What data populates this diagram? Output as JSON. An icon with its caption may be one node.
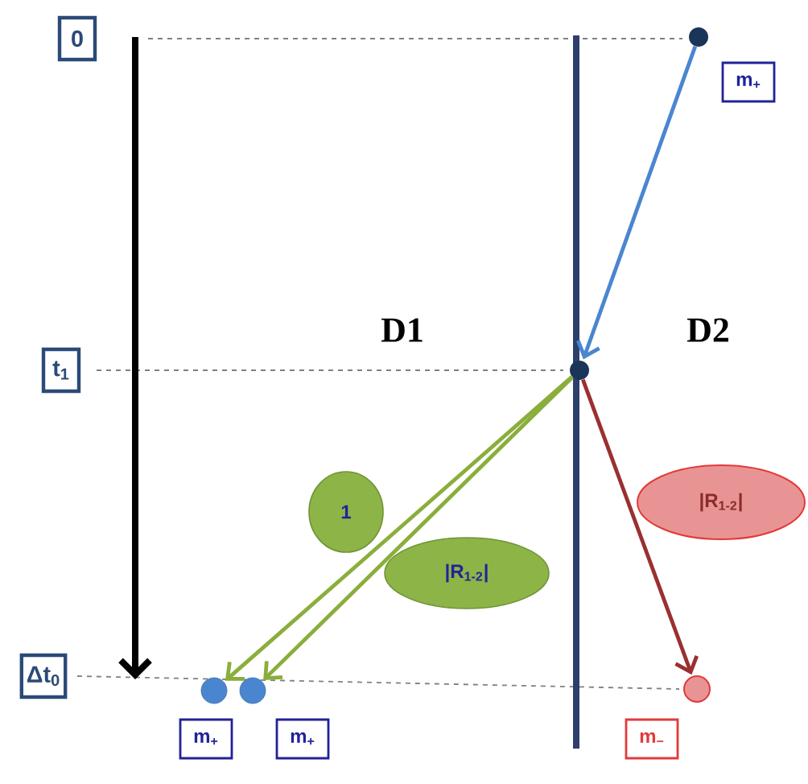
{
  "diagram": {
    "nodes": [
      {
        "text": [
          "0"
        ]
      },
      {
        "text": [
          "t$_{1}$"
        ]
      },
      {
        "text": [
          "Δt$_{0}$"
        ]
      },
      {
        "text": [],
        "shape": "circle"
      },
      {
        "text": [
          "m$_{+}$"
        ]
      },
      {
        "text": [],
        "shape": "circle"
      },
      {
        "text": [],
        "shape": "circle"
      },
      {
        "text": [],
        "shape": "circle"
      },
      {
        "text": [],
        "shape": "circle"
      },
      {
        "text": [
          "m$_{+}$"
        ]
      },
      {
        "text": [
          "m$_{+}$"
        ]
      },
      {
        "text": [
          "m$_{−}$"
        ]
      },
      {
        "text": [
          "1"
        ]
      },
      {
        "text": [
          "|R$_{1-2}$|"
        ]
      },
      {
        "text": [
          "|R$_{1-2}$|"
        ]
      }
    ],
    "edges": [
      {
        "from": 3,
        "to": 5,
        "arrow": "to",
        "color": "#4a86d0"
      },
      {
        "from": 5,
        "to": 6,
        "arrow": "to",
        "color": "#8aae3c"
      },
      {
        "from": 5,
        "to": 7,
        "arrow": "to",
        "color": "#8aae3c"
      },
      {
        "from": 5,
        "to": 8,
        "arrow": "to",
        "color": "#9a3030"
      }
    ],
    "labels": [
      "D1",
      "D2"
    ]
  }
}
